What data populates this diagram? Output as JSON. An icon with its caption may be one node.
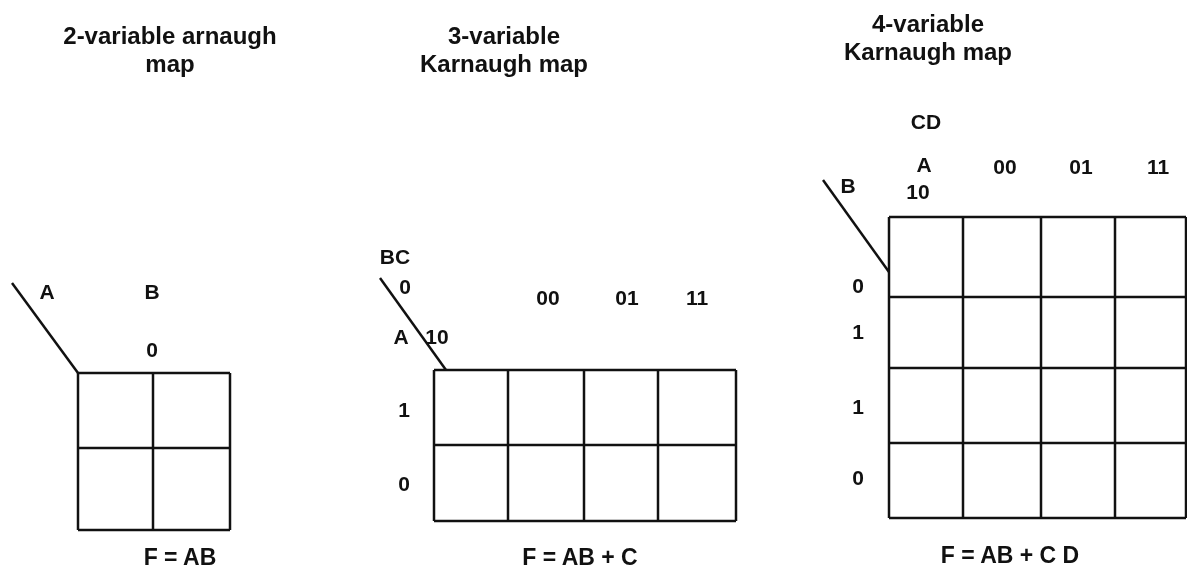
{
  "diagram": {
    "labels": [
      "2-variable arnaugh map",
      "A",
      "B",
      "0",
      "F = AB",
      "3-variable Karnaugh map",
      "BC",
      "0",
      "00",
      "01",
      "11",
      "A",
      "10",
      "1",
      "0",
      "F = AB + C",
      "4-variable Karnaugh map",
      "CD",
      "A",
      "00",
      "01",
      "11",
      "B",
      "10",
      "0",
      "1",
      "1",
      "0",
      "F = AB + C D"
    ]
  }
}
